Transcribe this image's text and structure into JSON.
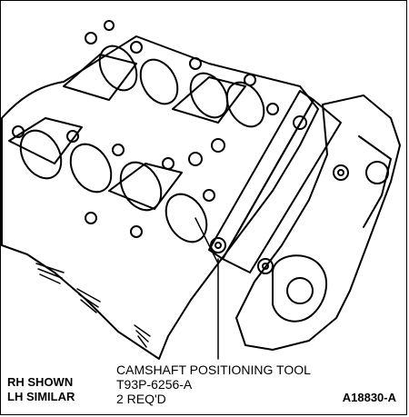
{
  "figure": {
    "callout": {
      "line1": "CAMSHAFT POSITIONING TOOL",
      "line2": "T93P-6256-A",
      "line3": "2 REQ'D"
    },
    "side_note": {
      "line1": "RH SHOWN",
      "line2": "LH SIMILAR"
    },
    "figure_id": "A18830-A"
  }
}
